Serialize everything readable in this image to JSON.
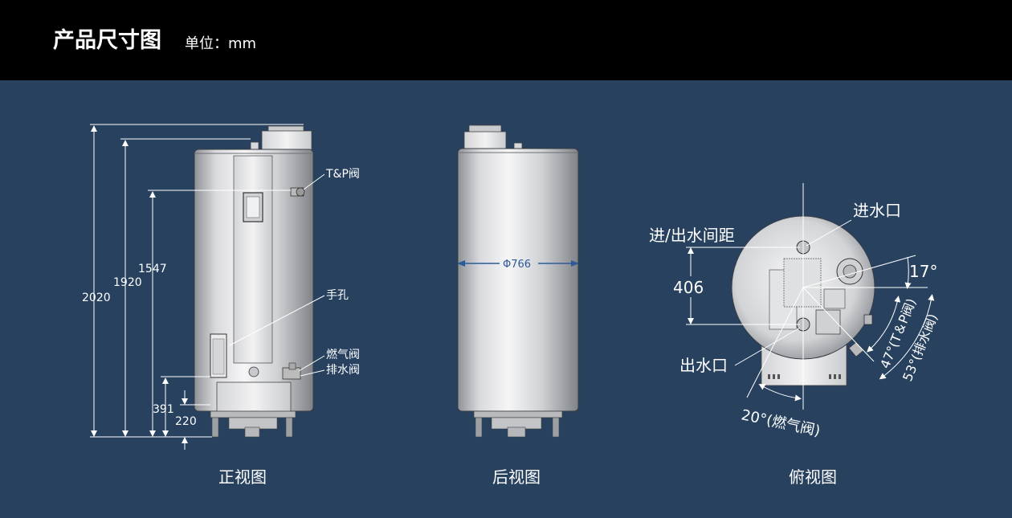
{
  "header": {
    "title": "产品尺寸图",
    "unit": "单位：mm"
  },
  "front_view": {
    "caption": "正视图",
    "dimensions": {
      "d2020": "2020",
      "d1920": "1920",
      "d1547": "1547",
      "d391": "391",
      "d220": "220"
    },
    "labels": {
      "tp_valve": "T&P阀",
      "hand_hole": "手孔",
      "gas_valve": "燃气阀",
      "drain_valve": "排水阀"
    }
  },
  "back_view": {
    "caption": "后视图",
    "diameter": "Φ766"
  },
  "top_view": {
    "caption": "俯视图",
    "labels": {
      "inlet": "进水口",
      "spacing": "进/出水间距",
      "spacing_value": "406",
      "outlet": "出水口",
      "angle17": "17°",
      "angle47": "47°(T＆P阀)",
      "angle53": "53°(排水阀)",
      "angle20": "20°(燃气阀)"
    }
  },
  "colors": {
    "background": "#27415f",
    "header": "#000000",
    "line": "#ffffff",
    "dim_arrow": "#2d5a9a"
  }
}
